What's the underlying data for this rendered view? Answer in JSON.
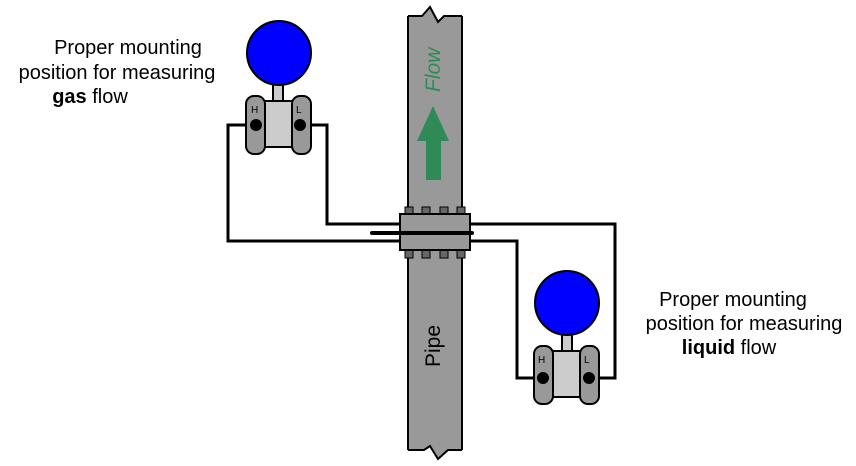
{
  "gas_caption": {
    "line1": "Proper mounting",
    "line2": "position for measuring",
    "bold": "gas",
    "rest": " flow"
  },
  "liquid_caption": {
    "line1": "Proper mounting",
    "line2": "position for measuring",
    "bold": "liquid",
    "rest": " flow"
  },
  "pipe_label": "Pipe",
  "flow_label": "Flow",
  "port_high": "H",
  "port_low": "L",
  "colors": {
    "sphere": "#0000ff",
    "pipe": "#999999",
    "arrow": "#2e8b57",
    "cap": "#999999",
    "body": "#cccccc"
  }
}
